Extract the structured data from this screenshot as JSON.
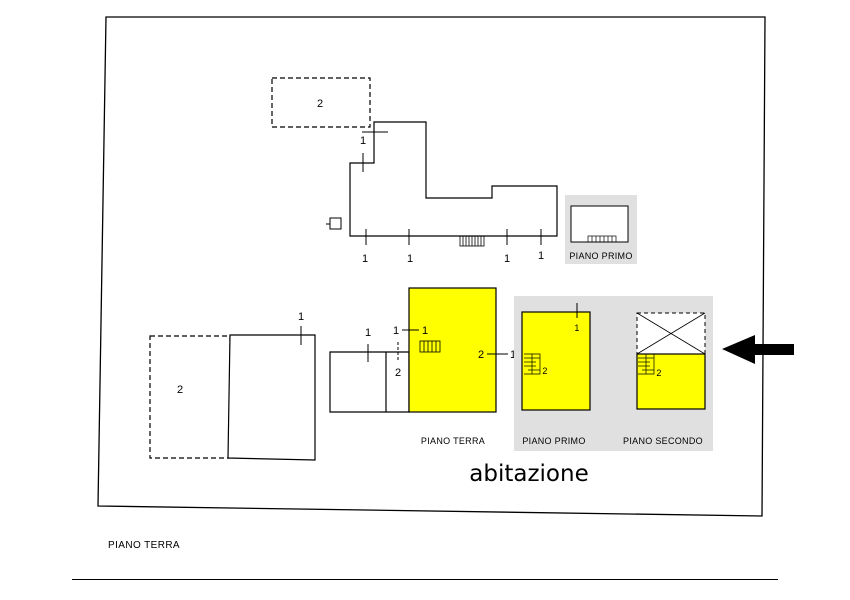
{
  "plan": {
    "annex_label": "2",
    "main_labels": [
      "1",
      "1",
      "1",
      "1",
      "1"
    ],
    "inset_first_floor": "PIANO  PRIMO",
    "left_block": {
      "annex_label": "2",
      "room_label": "1"
    },
    "middle_block": {
      "label_1": "1",
      "label_2": "2"
    },
    "yellow_unit": {
      "label_a": "1",
      "label_b": "1",
      "label_c": "2",
      "label_d": "1"
    },
    "ground_floor_caption": "PIANO  TERRA",
    "first_floor": {
      "label_top": "1",
      "label_stair": "2",
      "caption": "PIANO  PRIMO"
    },
    "second_floor": {
      "label_stair": "2",
      "caption": "PIANO  SECONDO"
    },
    "dwelling_title": "abitazione"
  },
  "footer": {
    "caption": "PIANO  TERRA"
  },
  "colors": {
    "highlight": "#ffff00",
    "panel": "#e0e0e0",
    "ink": "#000000"
  }
}
